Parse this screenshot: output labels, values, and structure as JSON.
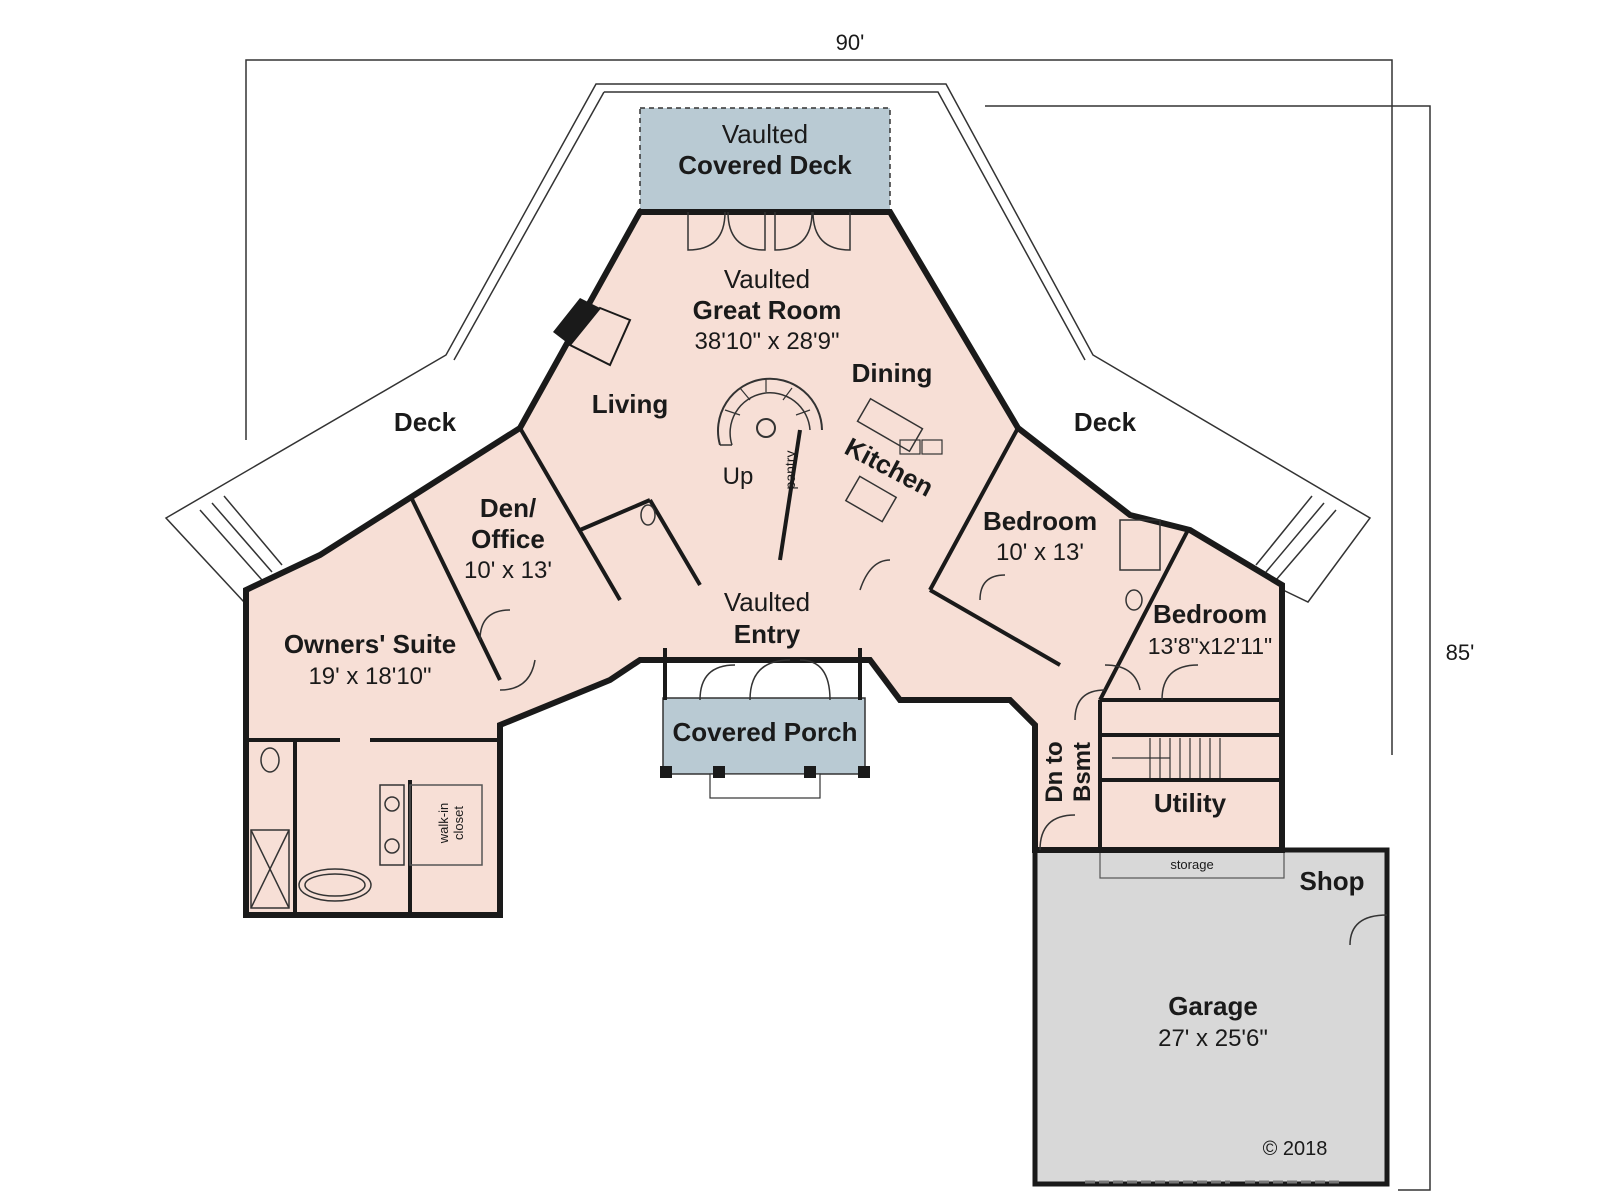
{
  "dimensions": {
    "width_label": "90'",
    "depth_label": "85'"
  },
  "rooms": {
    "covered_deck": {
      "line1": "Vaulted",
      "line2": "Covered Deck"
    },
    "great_room": {
      "line1": "Vaulted",
      "line2": "Great Room",
      "size": "38'10\" x 28'9\""
    },
    "living": {
      "name": "Living"
    },
    "dining": {
      "name": "Dining"
    },
    "kitchen": {
      "name": "Kitchen"
    },
    "pantry": {
      "name": "pantry"
    },
    "stair_up": {
      "name": "Up"
    },
    "deck_left": {
      "name": "Deck"
    },
    "deck_right": {
      "name": "Deck"
    },
    "den": {
      "line1": "Den/",
      "line2": "Office",
      "size": "10' x 13'"
    },
    "owners_suite": {
      "name": "Owners' Suite",
      "size": "19' x 18'10\""
    },
    "walk_in_closet": {
      "line1": "walk-in",
      "line2": "closet"
    },
    "entry": {
      "line1": "Vaulted",
      "line2": "Entry"
    },
    "covered_porch": {
      "name": "Covered Porch"
    },
    "bedroom_1": {
      "name": "Bedroom",
      "size": "10' x 13'"
    },
    "bedroom_2": {
      "name": "Bedroom",
      "size": "13'8\"x12'11\""
    },
    "stair_down": {
      "line1": "Dn to",
      "line2": "Bsmt"
    },
    "utility": {
      "name": "Utility"
    },
    "storage": {
      "name": "storage"
    },
    "shop": {
      "name": "Shop"
    },
    "garage": {
      "name": "Garage",
      "size": "27' x 25'6\""
    }
  },
  "copyright": "© 2018",
  "colors": {
    "interior": "#f7dfd6",
    "covered_area": "#b9cad3",
    "garage": "#d8d8d8",
    "walls": "#1a1a1a"
  }
}
